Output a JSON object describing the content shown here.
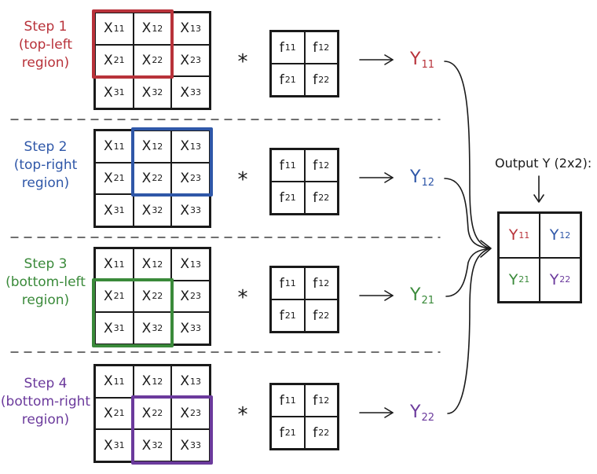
{
  "colors": {
    "step1": "#b8323a",
    "step2": "#2f57a8",
    "step3": "#3a8a3a",
    "step4": "#6b3a9c",
    "ink": "#1a1a1a"
  },
  "steps": [
    {
      "title": "Step 1",
      "line2": "(top-left",
      "line3": "region)",
      "output": "Y",
      "output_sub": "11"
    },
    {
      "title": "Step 2",
      "line2": "(top-right",
      "line3": "region)",
      "output": "Y",
      "output_sub": "12"
    },
    {
      "title": "Step 3",
      "line2": "(bottom-left",
      "line3": "region)",
      "output": "Y",
      "output_sub": "21"
    },
    {
      "title": "Step 4",
      "line2": "(bottom-right",
      "line3": "region)",
      "output": "Y",
      "output_sub": "22"
    }
  ],
  "input_matrix": [
    [
      {
        "b": "X",
        "s": "11"
      },
      {
        "b": "X",
        "s": "12"
      },
      {
        "b": "X",
        "s": "13"
      }
    ],
    [
      {
        "b": "X",
        "s": "21"
      },
      {
        "b": "X",
        "s": "22"
      },
      {
        "b": "X",
        "s": "23"
      }
    ],
    [
      {
        "b": "X",
        "s": "31"
      },
      {
        "b": "X",
        "s": "32"
      },
      {
        "b": "X",
        "s": "33"
      }
    ]
  ],
  "filter_matrix": [
    [
      {
        "b": "f",
        "s": "11"
      },
      {
        "b": "f",
        "s": "12"
      }
    ],
    [
      {
        "b": "f",
        "s": "21"
      },
      {
        "b": "f",
        "s": "22"
      }
    ]
  ],
  "operator": "*",
  "output_title": "Output Y (2x2):",
  "output_matrix": [
    [
      {
        "b": "Y",
        "s": "11"
      },
      {
        "b": "Y",
        "s": "12"
      }
    ],
    [
      {
        "b": "Y",
        "s": "21"
      },
      {
        "b": "Y",
        "s": "22"
      }
    ]
  ]
}
